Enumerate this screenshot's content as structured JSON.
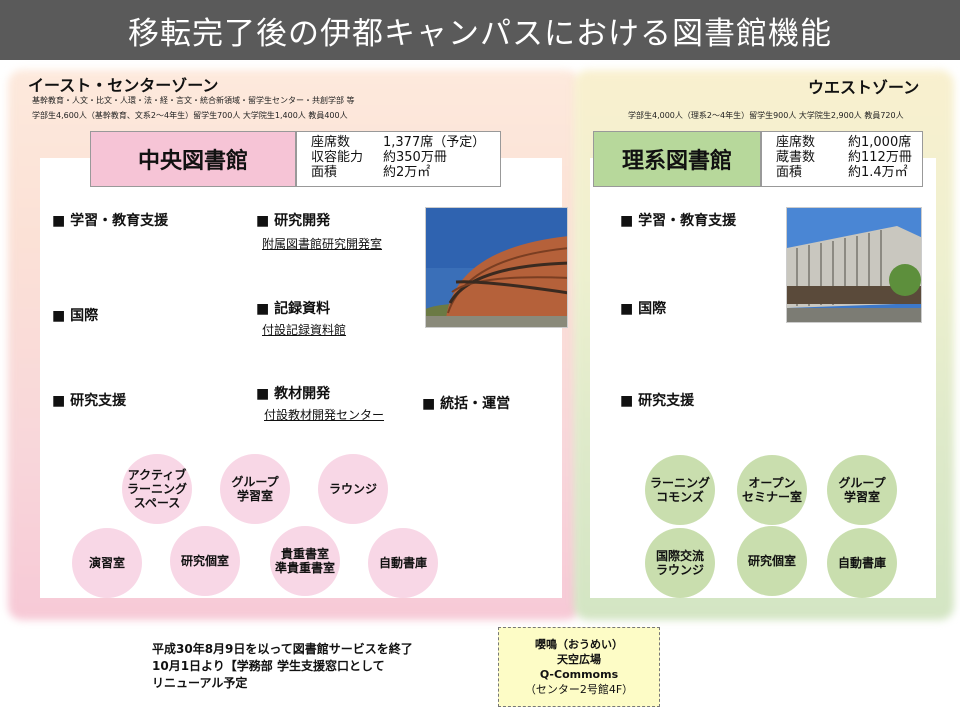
{
  "title": "移転完了後の伊都キャンパスにおける図書館機能",
  "east": {
    "zone_title": "イースト・センターゾーン",
    "note1": "基幹教育・人文・比文・人環・法・経・言文・統合新領域・留学生センター・共創学部 等",
    "note2": "学部生4,600人（基幹教育、文系2～4年生）留学生700人 大学院生1,400人 教員400人",
    "library": {
      "name": "中央図書館",
      "color": "#f6c4d6",
      "info": [
        {
          "k": "座席数",
          "v": "1,377席（予定）"
        },
        {
          "k": "収容能力",
          "v": "約350万冊"
        },
        {
          "k": "面積",
          "v": "約2万㎡"
        }
      ]
    },
    "functions": {
      "learning": "学習・教育支援",
      "intl": "国際",
      "research_support": "研究支援",
      "rnd": "研究開発",
      "rnd_sub": "附属図書館研究開発室",
      "records": "記録資料",
      "records_sub": "付設記録資料館",
      "materials": "教材開発",
      "materials_sub": "付設教材開発センター",
      "admin": "統括・運営"
    },
    "circles": [
      "アクティブ\nラーニング\nスペース",
      "グループ\n学習室",
      "ラウンジ",
      "演習室",
      "研究個室",
      "貴重書室\n準貴重書室",
      "自動書庫"
    ]
  },
  "west": {
    "zone_title": "ウエストゾーン",
    "note": "学部生4,000人（理系2～4年生）留学生900人 大学院生2,900人 教員720人",
    "library": {
      "name": "理系図書館",
      "color": "#b7d89b",
      "info": [
        {
          "k": "座席数",
          "v": "約1,000席"
        },
        {
          "k": "蔵書数",
          "v": "約112万冊"
        },
        {
          "k": "面積",
          "v": "約1.4万㎡"
        }
      ]
    },
    "functions": {
      "learning": "学習・教育支援",
      "intl": "国際",
      "research_support": "研究支援"
    },
    "circles": [
      "ラーニング\nコモンズ",
      "オープン\nセミナー室",
      "グループ\n学習室",
      "国際交流\nラウンジ",
      "研究個室",
      "自動書庫"
    ]
  },
  "bottom_note": "平成30年8月9日を以って図書館サービスを終了\n10月1日より【学務部 学生支援窓口として\nリニューアル予定",
  "qcommons": {
    "line1": "嚶鳴（おうめい）",
    "line2": "天空広場",
    "line3": "Q-Commoms",
    "line4": "（センター2号館4F）"
  }
}
